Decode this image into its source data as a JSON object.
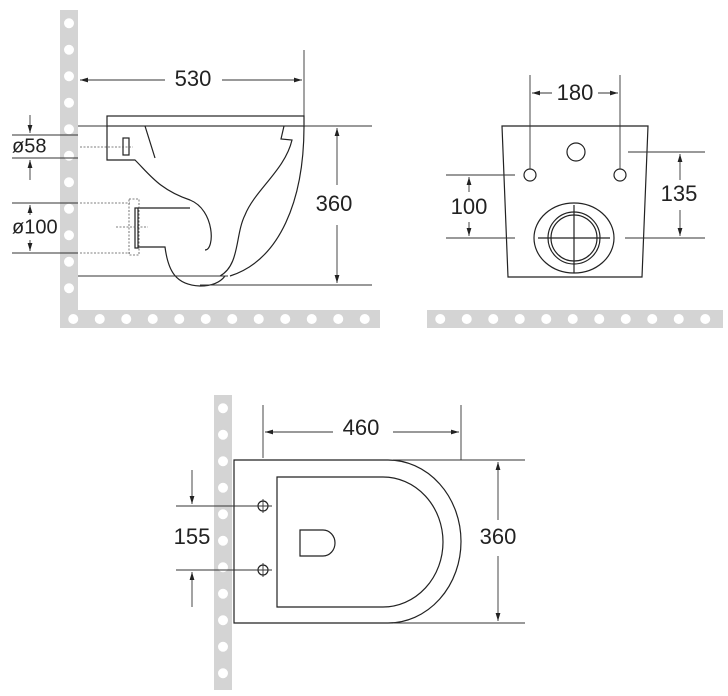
{
  "side_view": {
    "width_label": "530",
    "height_label": "360",
    "inlet_label": "ø58",
    "outlet_label": "ø100"
  },
  "front_view": {
    "bolt_spacing_label": "180",
    "outlet_height_label": "100",
    "inlet_height_label": "135"
  },
  "top_view": {
    "length_label": "460",
    "width_label": "360",
    "bolt_spacing_label": "155"
  },
  "colors": {
    "wall": "#d4d4d4",
    "line": "#222222"
  }
}
